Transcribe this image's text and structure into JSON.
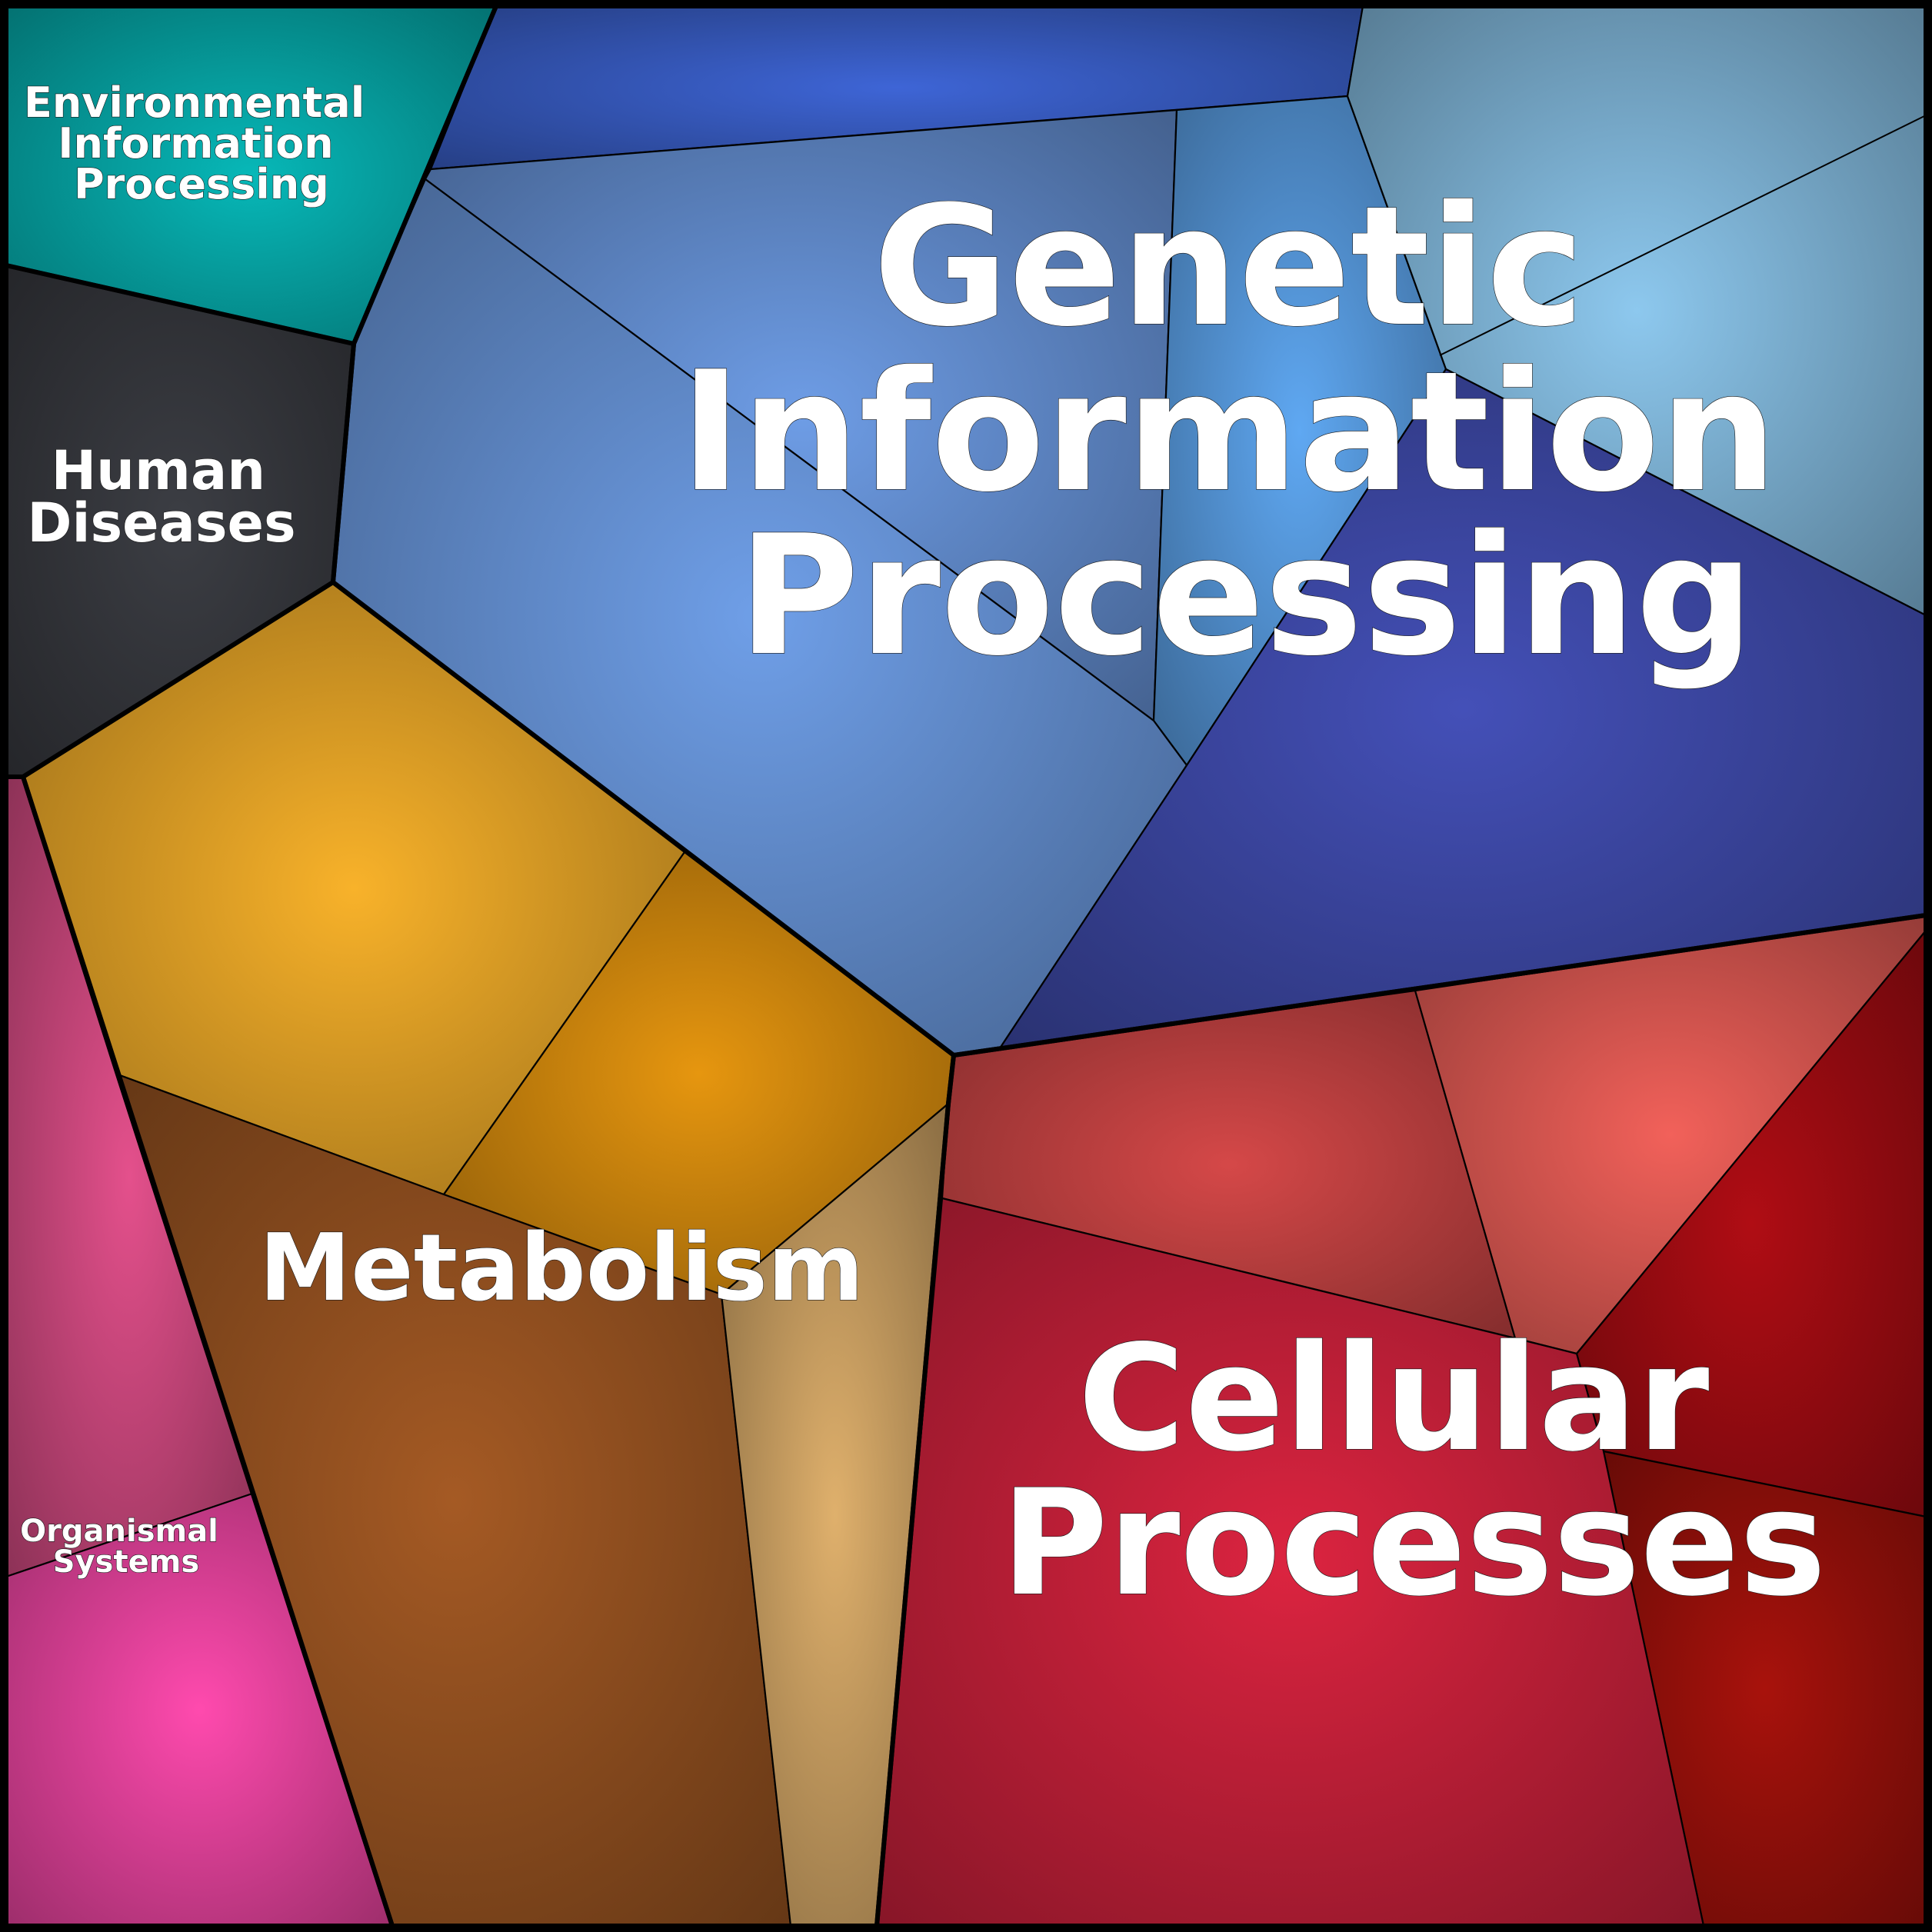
{
  "diagram": {
    "type": "voronoi-treemap",
    "groups": [
      {
        "id": "genetic",
        "label_lines": [
          "Genetic",
          "Information",
          "Processing"
        ],
        "base_color": "#3f5bb8",
        "cell_colors": [
          "#3e65d6",
          "#6e9de6",
          "#5fa8f2",
          "#8dc8ee",
          "#6f9fe8",
          "#4450b8"
        ]
      },
      {
        "id": "cellular",
        "label_lines": [
          "Cellular",
          "Processes"
        ],
        "base_color": "#b81d3a",
        "cell_colors": [
          "#d54848",
          "#f2615a",
          "#b00d14",
          "#a8120c",
          "#dc2440"
        ]
      },
      {
        "id": "metabolism",
        "label_lines": [
          "Metabolism"
        ],
        "base_color": "#c6891b",
        "cell_colors": [
          "#f8b22a",
          "#e6960f",
          "#a55a24",
          "#dfb06c"
        ]
      },
      {
        "id": "environmental",
        "label_lines": [
          "Environmental",
          "Information",
          "Processing"
        ],
        "base_color": "#00a0a0",
        "cell_colors": [
          "#07b8b8"
        ]
      },
      {
        "id": "human",
        "label_lines": [
          "Human",
          "Diseases"
        ],
        "base_color": "#2d2f33",
        "cell_colors": [
          "#3c3e44"
        ]
      },
      {
        "id": "organismal",
        "label_lines": [
          "Organismal",
          "Systems"
        ],
        "base_color": "#c43a86",
        "cell_colors": [
          "#e4508c",
          "#ff4aae"
        ]
      }
    ]
  }
}
